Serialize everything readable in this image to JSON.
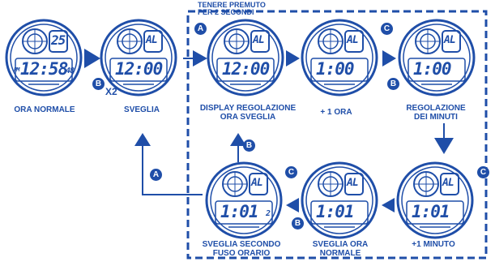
{
  "hold_note": "TENERE PREMUTO\nPER 2 SECONDI",
  "multiplier": "X2",
  "steps": [
    {
      "label": "ORA NORMALE",
      "time": "12:58",
      "small": "48",
      "prefix": "PM",
      "top": "25",
      "al": ""
    },
    {
      "label": "SVEGLIA",
      "time": "12:00",
      "small": "",
      "prefix": "",
      "top": "",
      "al": "AL"
    },
    {
      "label": "DISPLAY REGOLAZIONE\nORA SVEGLIA",
      "time": "12:00",
      "small": "",
      "prefix": "",
      "top": "",
      "al": "AL"
    },
    {
      "label": "+ 1 ORA",
      "time": "1:00",
      "small": "",
      "prefix": "",
      "top": "",
      "al": "AL"
    },
    {
      "label": "REGOLAZIONE\nDEI MINUTI",
      "time": "1:00",
      "small": "",
      "prefix": "",
      "top": "",
      "al": "AL"
    },
    {
      "label": "+1 MINUTO",
      "time": "1:01",
      "small": "",
      "prefix": "",
      "top": "",
      "al": "AL"
    },
    {
      "label": "SVEGLIA ORA\nNORMALE",
      "time": "1:01",
      "small": "",
      "prefix": "",
      "top": "",
      "al": "AL"
    },
    {
      "label": "SVEGLIA SECONDO\nFUSO ORARIO",
      "time": "1:01",
      "small": "2",
      "prefix": "",
      "top": "",
      "al": "AL"
    }
  ],
  "buttons": {
    "a": "A",
    "b": "B",
    "c": "C"
  },
  "colors": {
    "primary": "#1f4ea8"
  }
}
